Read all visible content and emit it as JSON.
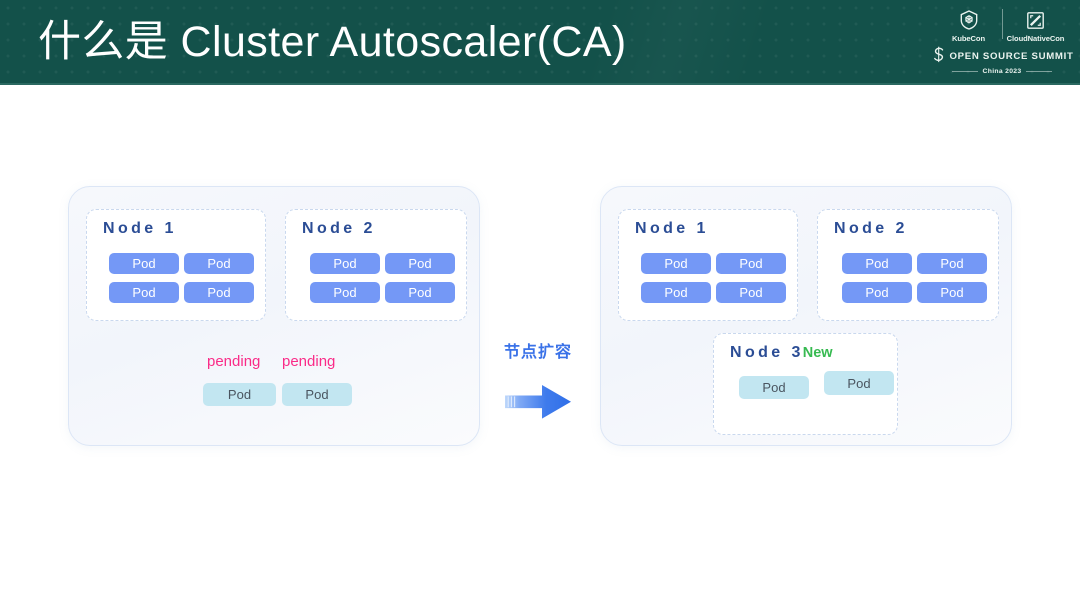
{
  "header": {
    "title": "什么是 Cluster Autoscaler(CA)",
    "bg_color": "#13514A",
    "title_color": "#FFFFFF",
    "logo": {
      "kubecon_label": "KubeCon",
      "cloudnativecon_label": "CloudNativeCon",
      "summit_label": "OPEN SOURCE SUMMIT",
      "edition_label": "China 2023",
      "kubecon_icon": "kubecon-helm-icon",
      "cloudnativecon_icon": "cloudnativecon-square-icon",
      "summit_icon": "open-source-summit-s-icon"
    }
  },
  "diagram": {
    "colors": {
      "panel_bg": "#F3F6FB",
      "panel_border": "#DCE6F6",
      "node_border": "#C9D8EE",
      "node_title": "#2B4D95",
      "pod_blue": "#7498F6",
      "pod_cyan": "#C2E6F1",
      "pending": "#FA2B88",
      "new_badge": "#37BA51",
      "arrow": "#3A72E8"
    },
    "flow": {
      "label": "节点扩容",
      "arrow_icon": "right-arrow-icon"
    },
    "before": {
      "nodes": [
        {
          "title": "Node 1",
          "pods": [
            {
              "label": "Pod",
              "state": "running"
            },
            {
              "label": "Pod",
              "state": "running"
            },
            {
              "label": "Pod",
              "state": "running"
            },
            {
              "label": "Pod",
              "state": "running"
            }
          ]
        },
        {
          "title": "Node 2",
          "pods": [
            {
              "label": "Pod",
              "state": "running"
            },
            {
              "label": "Pod",
              "state": "running"
            },
            {
              "label": "Pod",
              "state": "running"
            },
            {
              "label": "Pod",
              "state": "running"
            }
          ]
        }
      ],
      "unscheduled": [
        {
          "status": "pending",
          "label": "Pod"
        },
        {
          "status": "pending",
          "label": "Pod"
        }
      ]
    },
    "after": {
      "nodes": [
        {
          "title": "Node 1",
          "badge": "",
          "pods": [
            {
              "label": "Pod",
              "state": "running"
            },
            {
              "label": "Pod",
              "state": "running"
            },
            {
              "label": "Pod",
              "state": "running"
            },
            {
              "label": "Pod",
              "state": "running"
            }
          ]
        },
        {
          "title": "Node 2",
          "badge": "",
          "pods": [
            {
              "label": "Pod",
              "state": "running"
            },
            {
              "label": "Pod",
              "state": "running"
            },
            {
              "label": "Pod",
              "state": "running"
            },
            {
              "label": "Pod",
              "state": "running"
            }
          ]
        },
        {
          "title": "Node 3",
          "badge": "New",
          "pods": [
            {
              "label": "Pod",
              "state": "scheduled"
            },
            {
              "label": "Pod",
              "state": "scheduled"
            }
          ]
        }
      ]
    }
  }
}
